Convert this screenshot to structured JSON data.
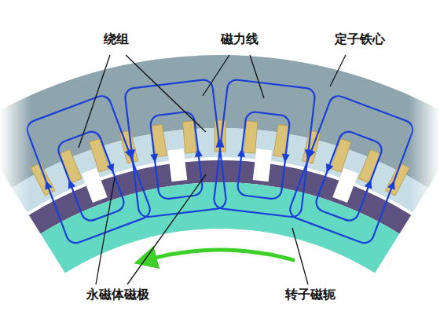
{
  "diagram": {
    "labels": [
      "绕组",
      "磁力线",
      "定子铁心",
      "永磁体磁极",
      "转子磁轭"
    ]
  }
}
